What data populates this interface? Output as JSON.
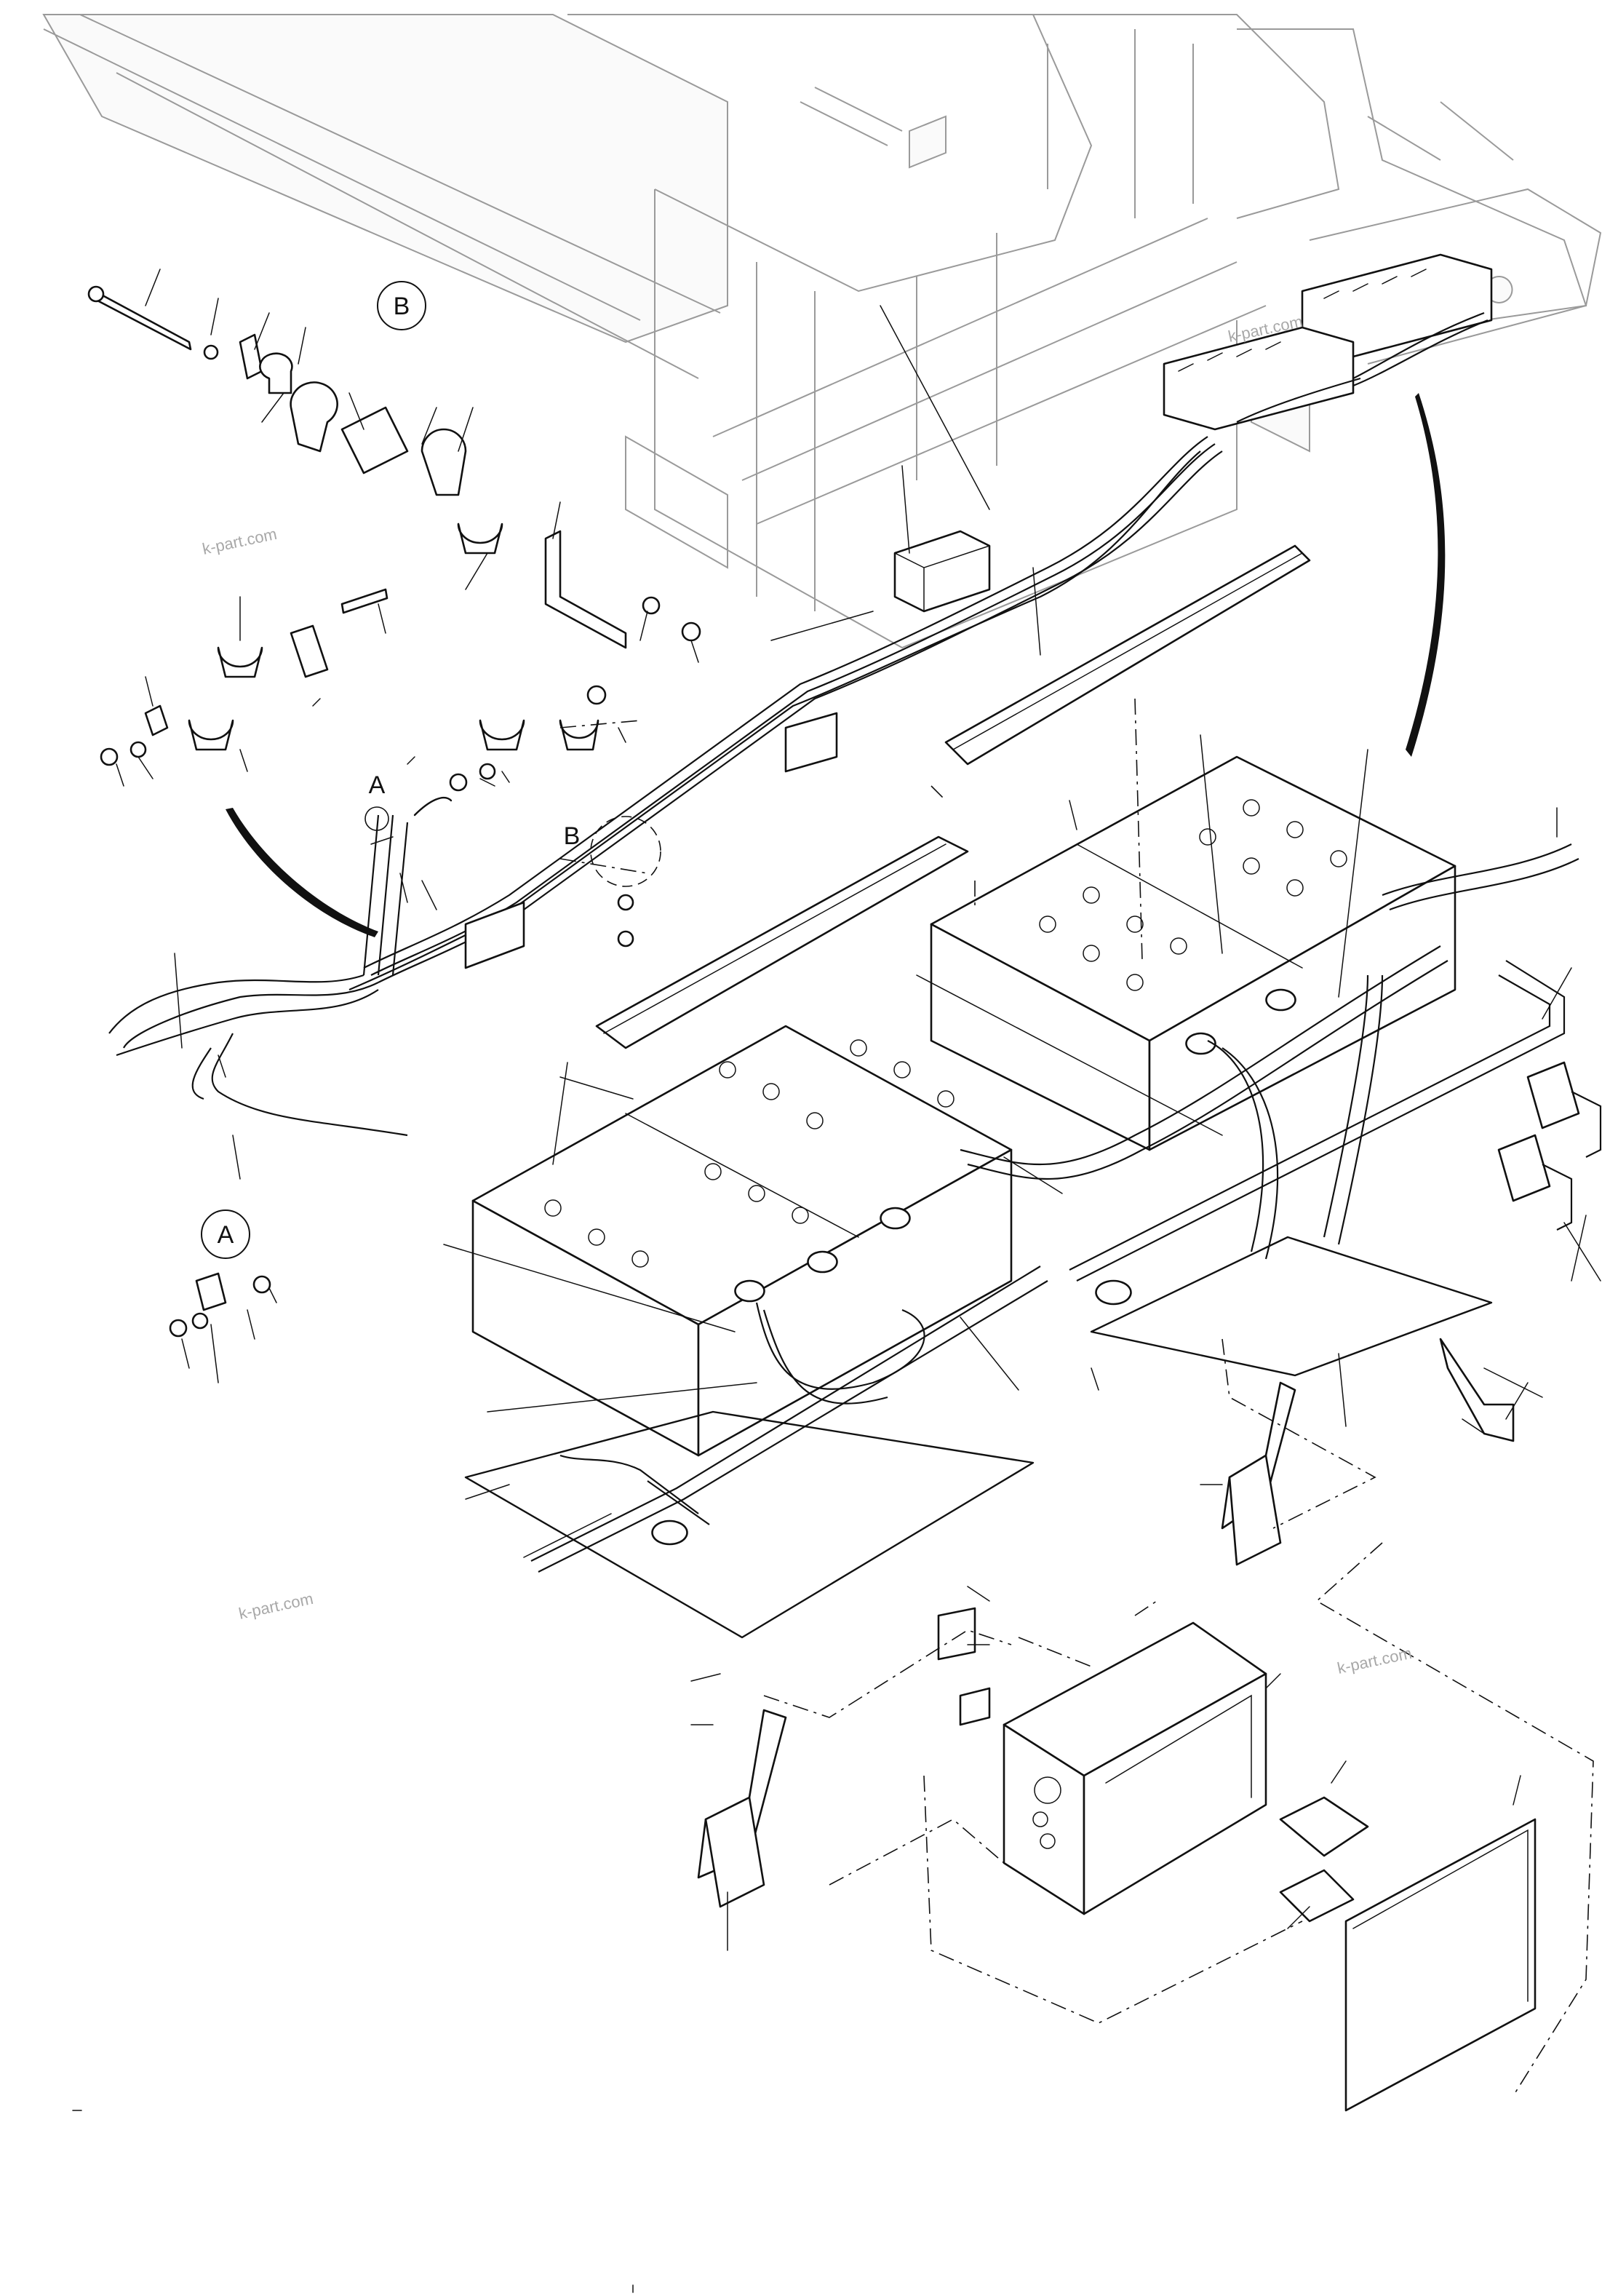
{
  "diagram": {
    "detail_labels": {
      "a_callout": "A",
      "b_callout": "B",
      "a_marker": "A",
      "b_marker": "B"
    },
    "watermarks": [
      "k-part.com",
      "k-part.com",
      "k-part.com",
      "k-part.com"
    ]
  }
}
